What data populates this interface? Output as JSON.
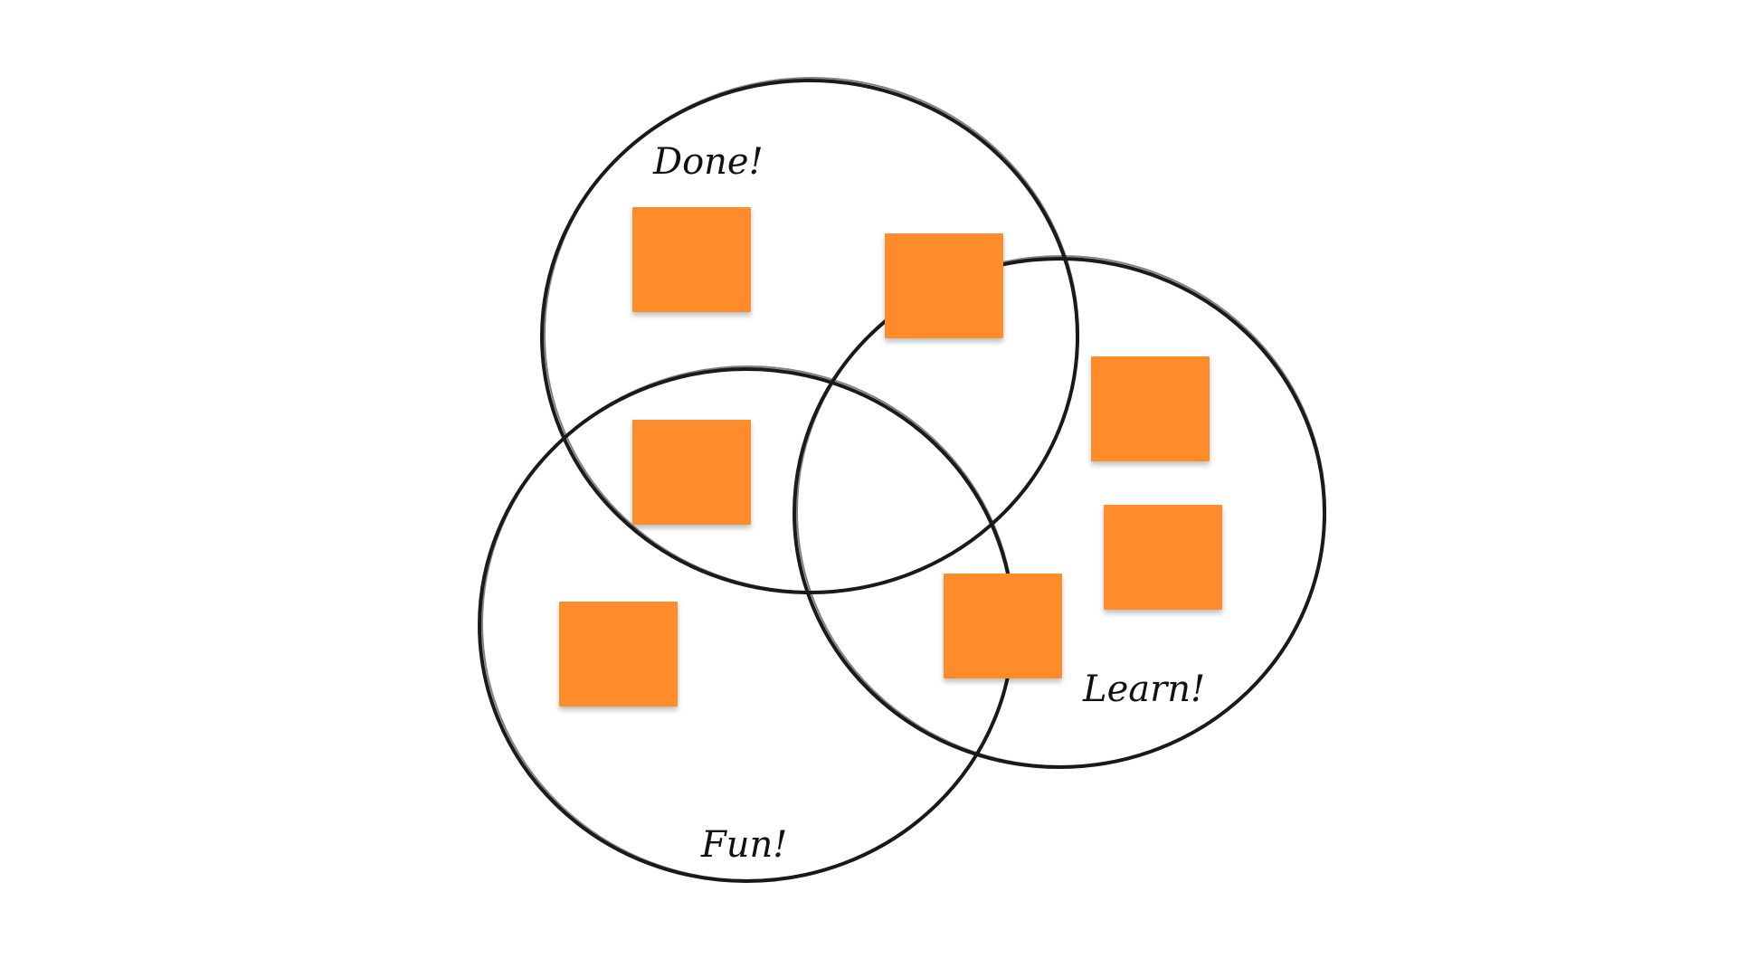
{
  "diagram": {
    "type": "venn",
    "sets": [
      {
        "id": "done",
        "label": "Done!"
      },
      {
        "id": "learn",
        "label": "Learn!"
      },
      {
        "id": "fun",
        "label": "Fun!"
      }
    ],
    "sticky_note_color": "#FF8C2A",
    "outline_color": "#1A1A1A",
    "sticky_notes": [
      {
        "region": "done"
      },
      {
        "region": "done-learn"
      },
      {
        "region": "done-fun"
      },
      {
        "region": "learn"
      },
      {
        "region": "learn"
      },
      {
        "region": "learn-fun"
      },
      {
        "region": "fun"
      }
    ]
  }
}
